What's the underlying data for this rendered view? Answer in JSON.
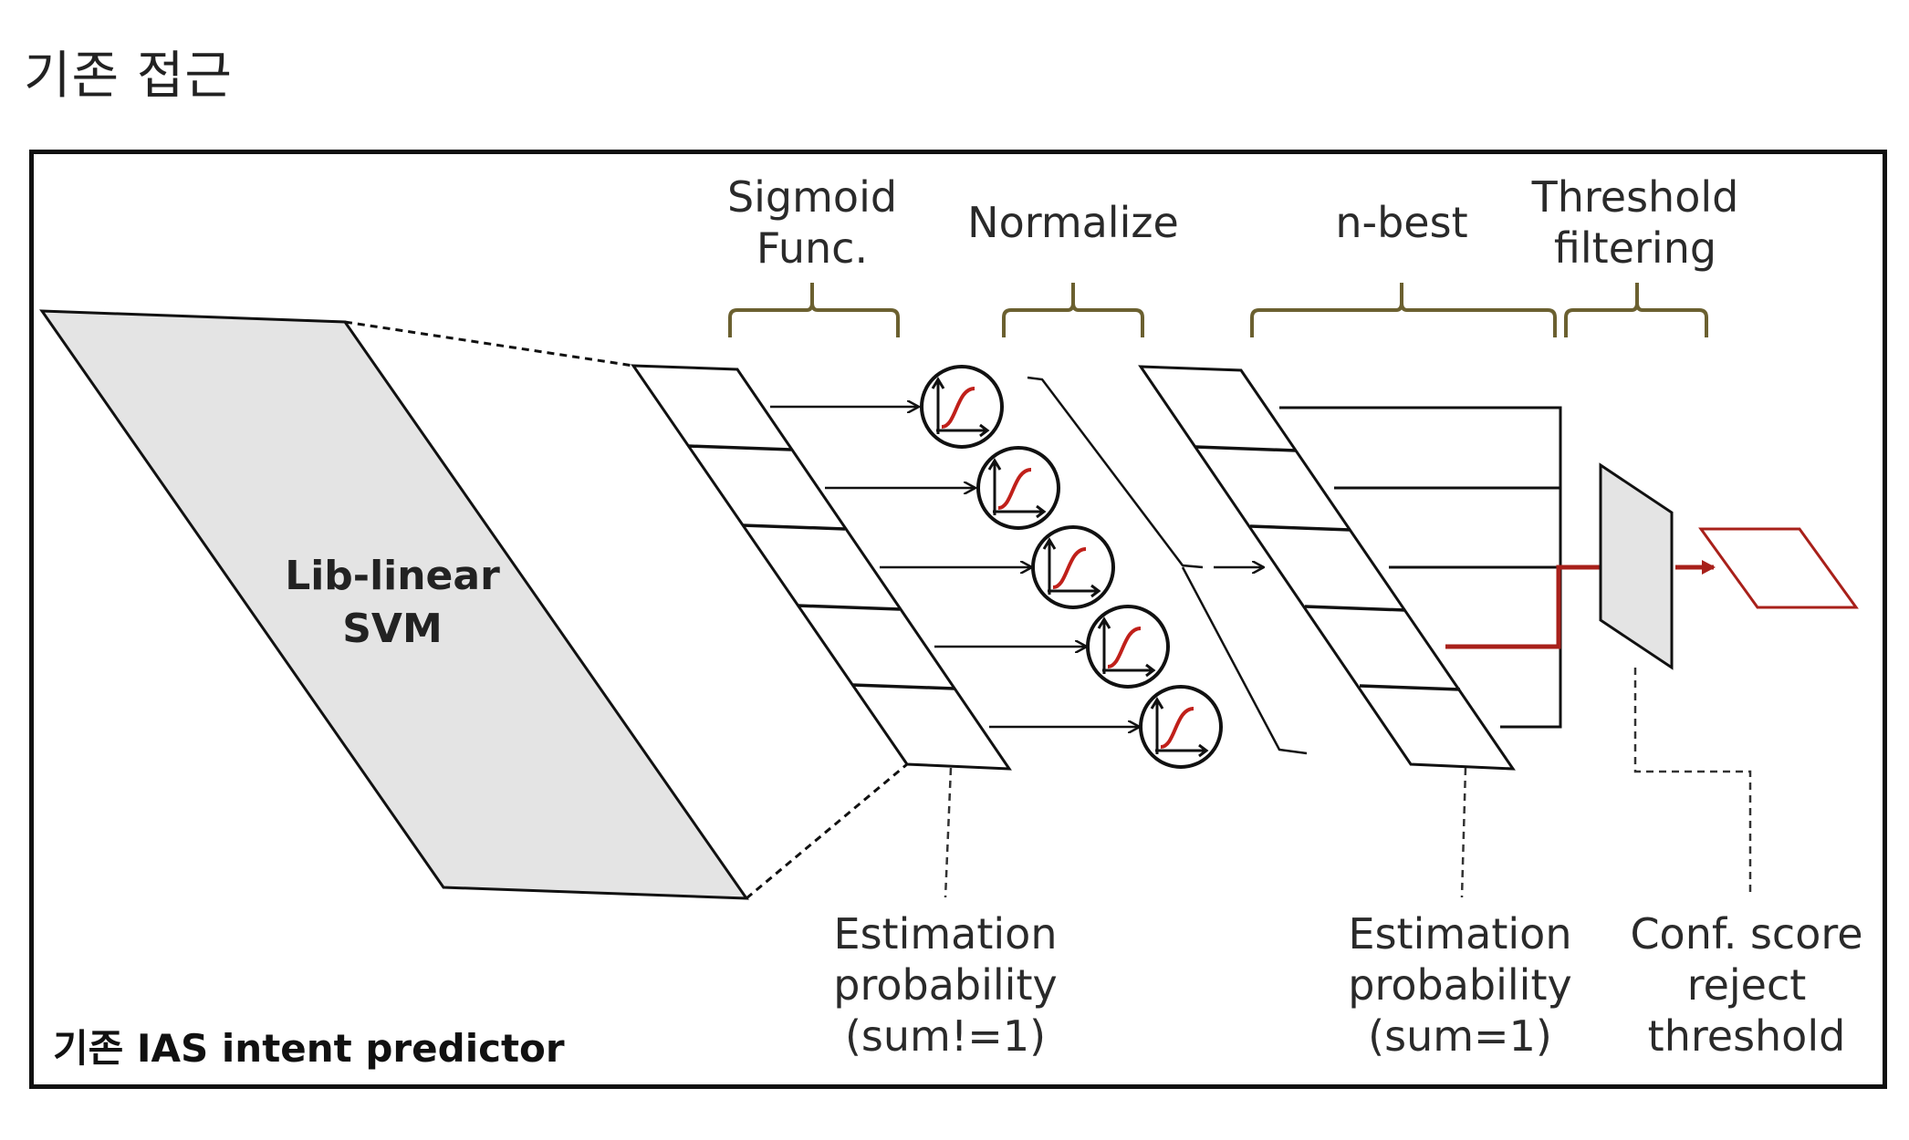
{
  "page": {
    "heading": "기존 접근"
  },
  "diagram": {
    "svm_label_line1": "Lib-linear",
    "svm_label_line2": "SVM",
    "caption": "기존 IAS intent predictor",
    "stages": {
      "sigmoid": [
        "Sigmoid",
        "Func."
      ],
      "normalize": [
        "Normalize"
      ],
      "nbest": [
        "n-best"
      ],
      "threshold": [
        "Threshold",
        "filtering"
      ]
    },
    "notes": {
      "estimation_raw": [
        "Estimation",
        "probability",
        "(sum!=1)"
      ],
      "estimation_norm": [
        "Estimation",
        "probability",
        "(sum=1)"
      ],
      "conf_reject": [
        "Conf. score",
        "reject",
        "threshold"
      ]
    },
    "colors": {
      "accent_red": "#a8201a",
      "brace_olive": "#6b6030",
      "panel_gray": "#e4e4e4"
    }
  }
}
